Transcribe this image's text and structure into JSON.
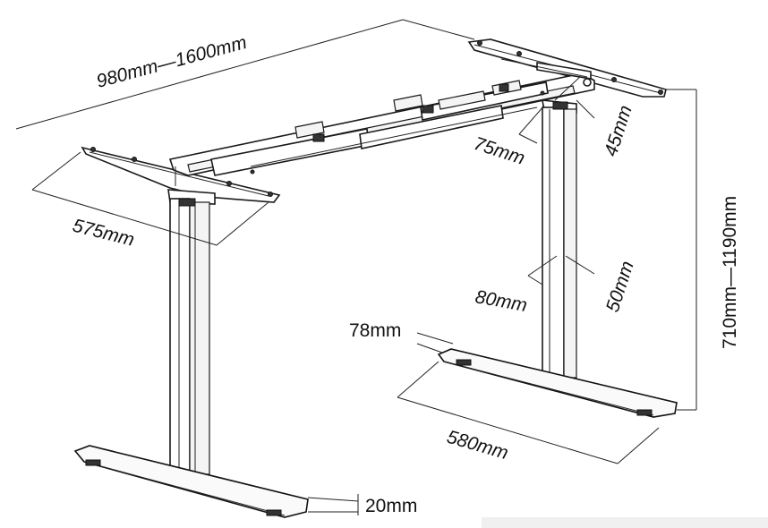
{
  "dimensions": {
    "width_range": "980mm—1600mm",
    "depth": "575mm",
    "beam_width": "75mm",
    "beam_height": "45mm",
    "column_width": "80mm",
    "column_depth": "50mm",
    "foot_height": "78mm",
    "foot_length": "580mm",
    "height_range": "710mm—1190mm",
    "foot_thickness": "20mm"
  },
  "colors": {
    "line": "#1a1a1a",
    "background": "#ffffff"
  }
}
